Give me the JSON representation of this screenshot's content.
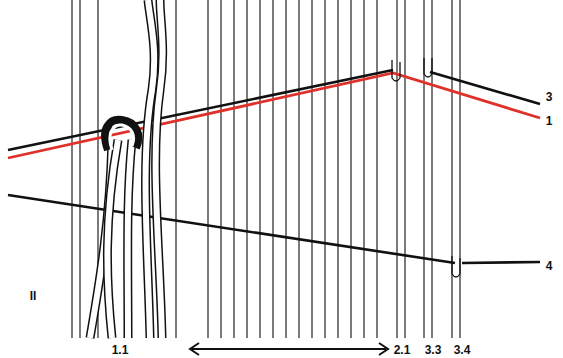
{
  "diagram": {
    "labels": [
      "II",
      "1.1",
      "2.1",
      "3.3",
      "3.4",
      "3",
      "1",
      "4"
    ]
  }
}
